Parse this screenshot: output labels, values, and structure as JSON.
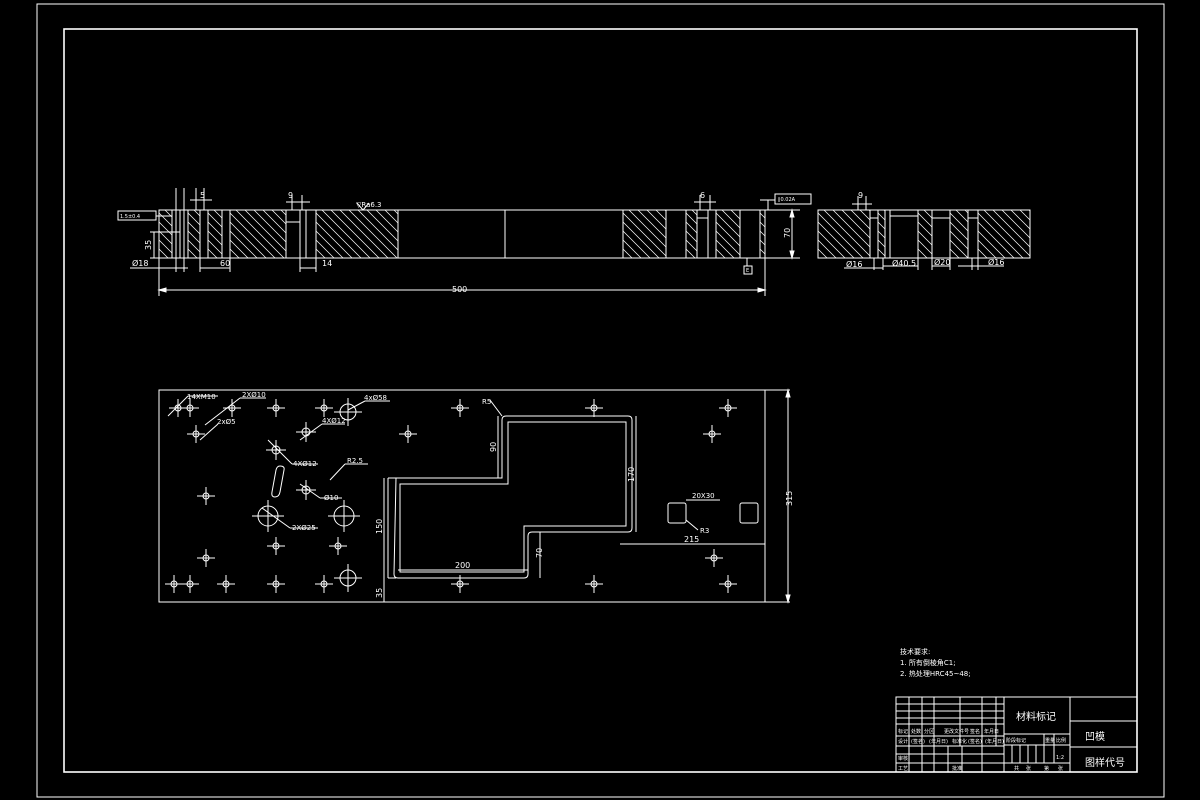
{
  "drawing": {
    "front_view": {
      "dims": {
        "d5_left": "5",
        "d9_left": "9",
        "roughness": "▽Ra6.3",
        "d35": "35",
        "d18": "Ø18",
        "d60": "60",
        "d14": "14",
        "d500": "500",
        "d6_right": "6",
        "d70": "70",
        "tol_left": "1.5±0.4",
        "tol_right": "∥0.02A",
        "datum": "E"
      }
    },
    "side_view": {
      "dims": {
        "d9": "9",
        "d16a": "Ø16",
        "d40": "Ø40.5",
        "d20": "Ø20",
        "d16b": "Ø16"
      }
    },
    "plan_view": {
      "dims": {
        "hole1": "14XM10",
        "hole2": "2XØ10",
        "hole3": "2xØ5",
        "hole4": "4xØ58",
        "hole5": "4XØ12",
        "hole6": "4XØ12",
        "r5": "R5",
        "r25": "R2.5",
        "d10": "Ø10",
        "hole7": "2XØ25",
        "d90": "90",
        "d170": "170",
        "d150": "150",
        "d200": "200",
        "d70": "70",
        "d35": "35",
        "slot": "20X30",
        "r3": "R3",
        "d215": "215",
        "d315": "315"
      }
    },
    "notes": {
      "heading": "技术要求:",
      "line1": "1. 所有倒棱角C1;",
      "line2": "2. 热处理HRC45~48;"
    },
    "title_block": {
      "material": "材料标记",
      "name": "凹模",
      "drawing_code": "图样代号",
      "scale": "1:2",
      "labels": {
        "r1": [
          "标记",
          "处数",
          "分区",
          "更改文件号",
          "签名",
          "年月日"
        ],
        "r2": [
          "设计",
          "(签名)",
          "(年月日)",
          "标准化",
          "(签名)",
          "(年月日)"
        ],
        "r3": [
          "审核"
        ],
        "r4": [
          "工艺",
          "批准"
        ],
        "stage": [
          "阶段标记",
          "重量",
          "比例"
        ],
        "sheet": [
          "共",
          "张",
          "第",
          "张"
        ]
      }
    }
  }
}
